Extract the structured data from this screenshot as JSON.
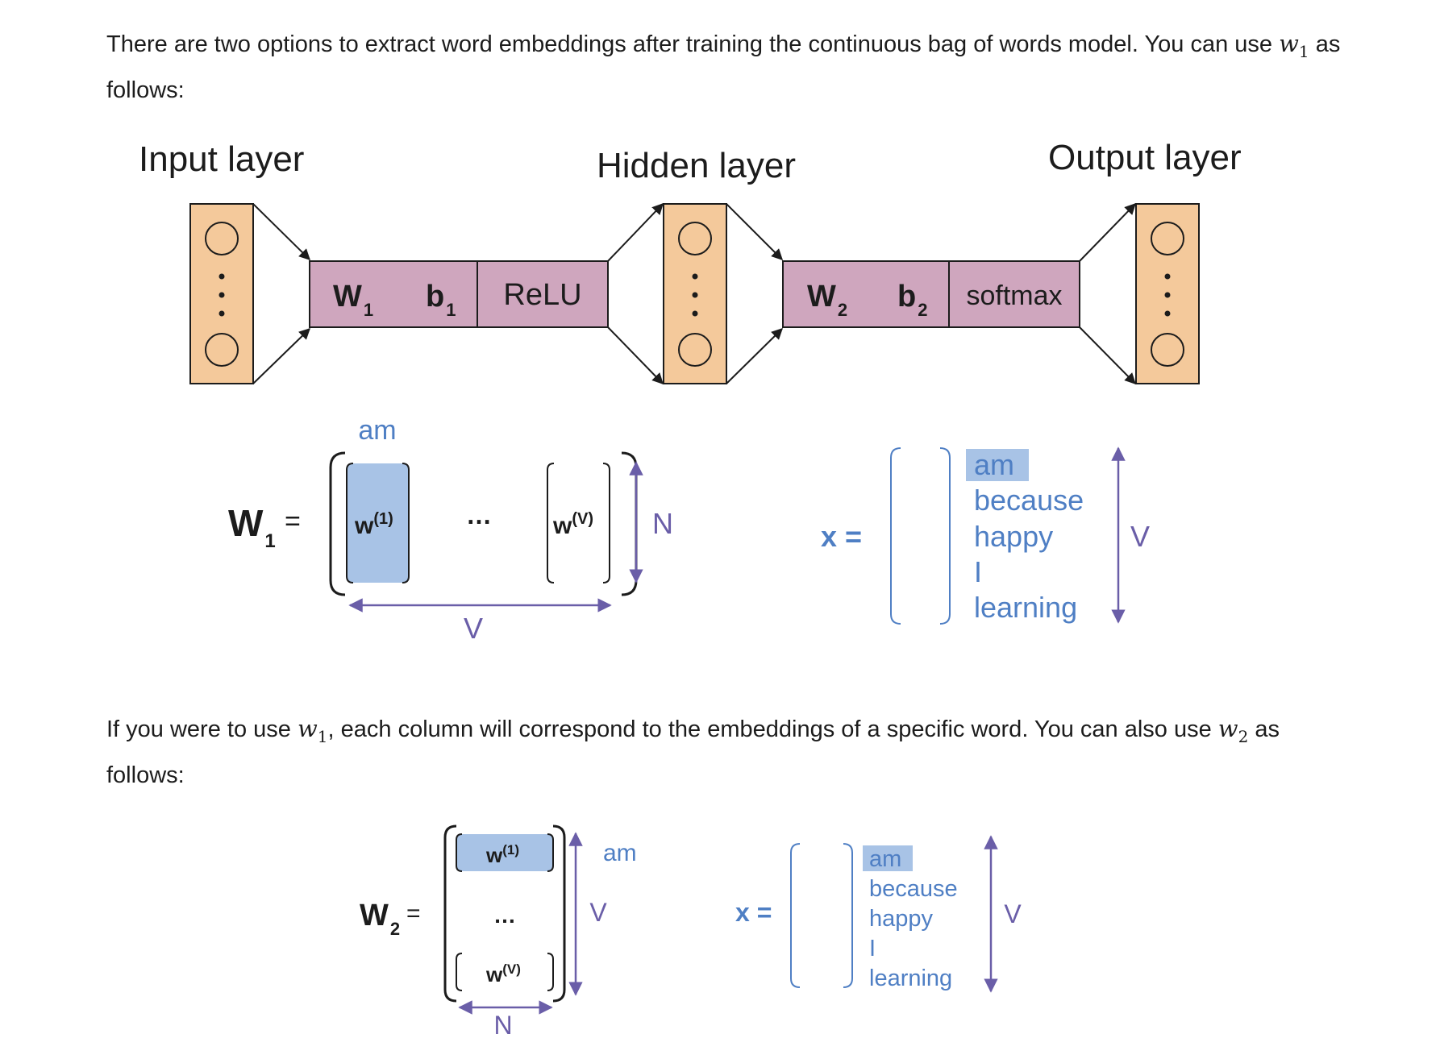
{
  "paragraph1": {
    "text_before": "There are two options to extract word embeddings after training the continuous bag of words model. You can use ",
    "math_var": "w",
    "math_sub": "1",
    "text_after": " as follows:"
  },
  "paragraph2": {
    "text_a": "If you were to use ",
    "math1_var": "w",
    "math1_sub": "1",
    "text_b": ", each column will correspond to the embeddings of a specific word. You can also use ",
    "math2_var": "w",
    "math2_sub": "2",
    "text_c": " as follows:"
  },
  "network": {
    "input_label": "Input layer",
    "hidden_label": "Hidden layer",
    "output_label": "Output layer",
    "layer1": {
      "w": "W",
      "w_sub": "1",
      "b": "b",
      "b_sub": "1",
      "activation": "ReLU"
    },
    "layer2": {
      "w": "W",
      "w_sub": "2",
      "b": "b",
      "b_sub": "2",
      "activation": "softmax"
    }
  },
  "w1_matrix": {
    "name": "W",
    "name_sub": "1",
    "equals": "=",
    "col_label": "am",
    "first_col": "w",
    "first_col_sup": "(1)",
    "ellipsis": "…",
    "last_col": "w",
    "last_col_sup": "(V)",
    "height_label": "N",
    "width_label": "V"
  },
  "x_vector1": {
    "label": "x =",
    "words": [
      "am",
      "because",
      "happy",
      "I",
      "learning"
    ],
    "size_label": "V"
  },
  "w2_matrix": {
    "name": "W",
    "name_sub": "2",
    "equals": "=",
    "row_label": "am",
    "first_row": "w",
    "first_row_sup": "(1)",
    "ellipsis": "…",
    "last_row": "w",
    "last_row_sup": "(V)",
    "height_label": "V",
    "width_label": "N"
  },
  "x_vector2": {
    "label": "x =",
    "words": [
      "am",
      "because",
      "happy",
      "I",
      "learning"
    ],
    "size_label": "V"
  },
  "colors": {
    "text": "#1c1c1c",
    "layer_fill": "#f4c99b",
    "op_fill": "#cfa6be",
    "word_blue": "#4f7fc4",
    "highlight": "#a8c3e6",
    "arrow_purple": "#6a5ea8"
  }
}
